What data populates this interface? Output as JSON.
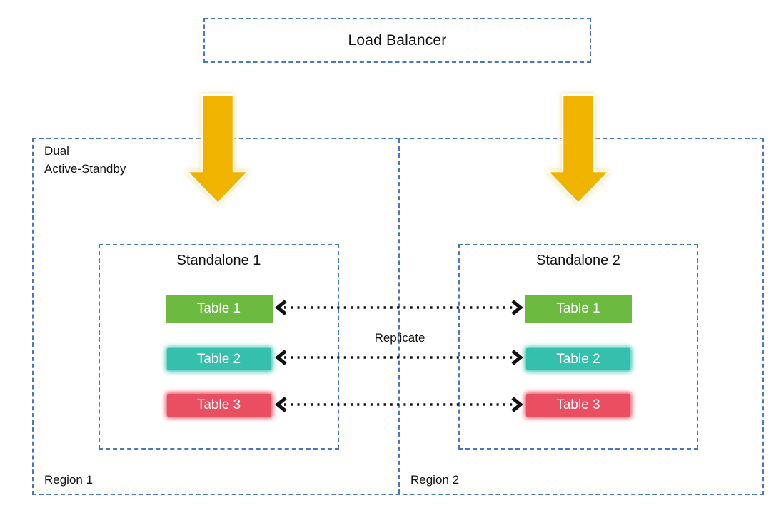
{
  "colors": {
    "border_blue": "#4577C8",
    "arrow_gold": "#F0B300",
    "arrow_glow": "#F7D98C",
    "connector_black": "#111111",
    "table_text": "#FFFFFF"
  },
  "load_balancer": {
    "label": "Load Balancer"
  },
  "group": {
    "label_line1": "Dual",
    "label_line2": "Active-Standby",
    "region1_label": "Region 1",
    "region2_label": "Region 2"
  },
  "replicate_label": "Replicate",
  "standalone1": {
    "title": "Standalone 1",
    "tables": [
      {
        "label": "Table 1",
        "color": "#6CBA40"
      },
      {
        "label": "Table 2",
        "color": "#35C0AE"
      },
      {
        "label": "Table 3",
        "color": "#EA4E61"
      }
    ]
  },
  "standalone2": {
    "title": "Standalone 2",
    "tables": [
      {
        "label": "Table 1",
        "color": "#6CBA40"
      },
      {
        "label": "Table 2",
        "color": "#35C0AE"
      },
      {
        "label": "Table 3",
        "color": "#EA4E61"
      }
    ]
  }
}
